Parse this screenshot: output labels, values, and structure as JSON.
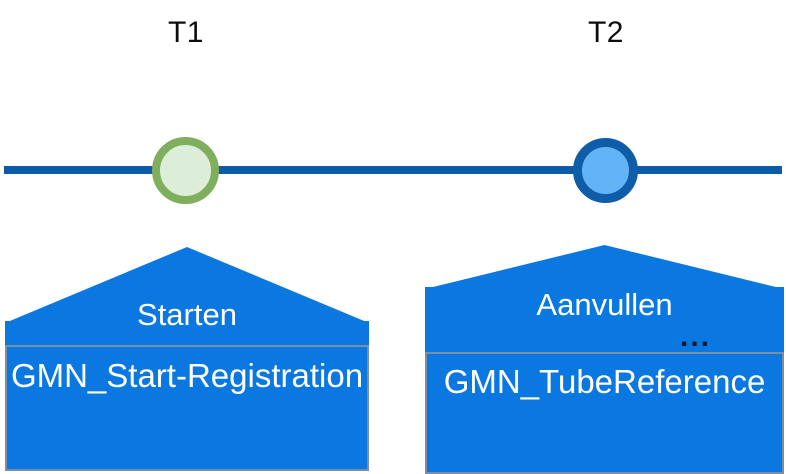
{
  "diagram": {
    "type": "timeline",
    "background_color": "#ffffff",
    "axis": {
      "name": "timeline-axis",
      "color": "#0d5aa7",
      "orientation": "horizontal"
    },
    "ticks": [
      {
        "id": "t1",
        "label": "T1",
        "color": "#0d0d0d"
      },
      {
        "id": "t2",
        "label": "T2",
        "color": "#0d0d0d"
      }
    ],
    "markers": [
      {
        "id": "marker-t1",
        "shape": "circle",
        "stroke_color": "#7fae5c",
        "fill_color": "#dceed7"
      },
      {
        "id": "marker-t2",
        "shape": "circle",
        "stroke_color": "#0f5ca9",
        "fill_color": "#62b4f6"
      }
    ],
    "events": [
      {
        "id": "event-start",
        "tick": "T1",
        "action_label": "Starten",
        "ellipsis": "",
        "message_label": "GMN_Start-Registration",
        "fill_color": "#0a78e0",
        "border_color": "#7c8ea6",
        "text_color": "#ffffff"
      },
      {
        "id": "event-fill",
        "tick": "T2",
        "action_label": "Aanvullen",
        "ellipsis": "...",
        "message_label": "GMN_TubeReference",
        "fill_color": "#0a78e0",
        "border_color": "#7c8ea6",
        "text_color": "#ffffff"
      }
    ]
  }
}
